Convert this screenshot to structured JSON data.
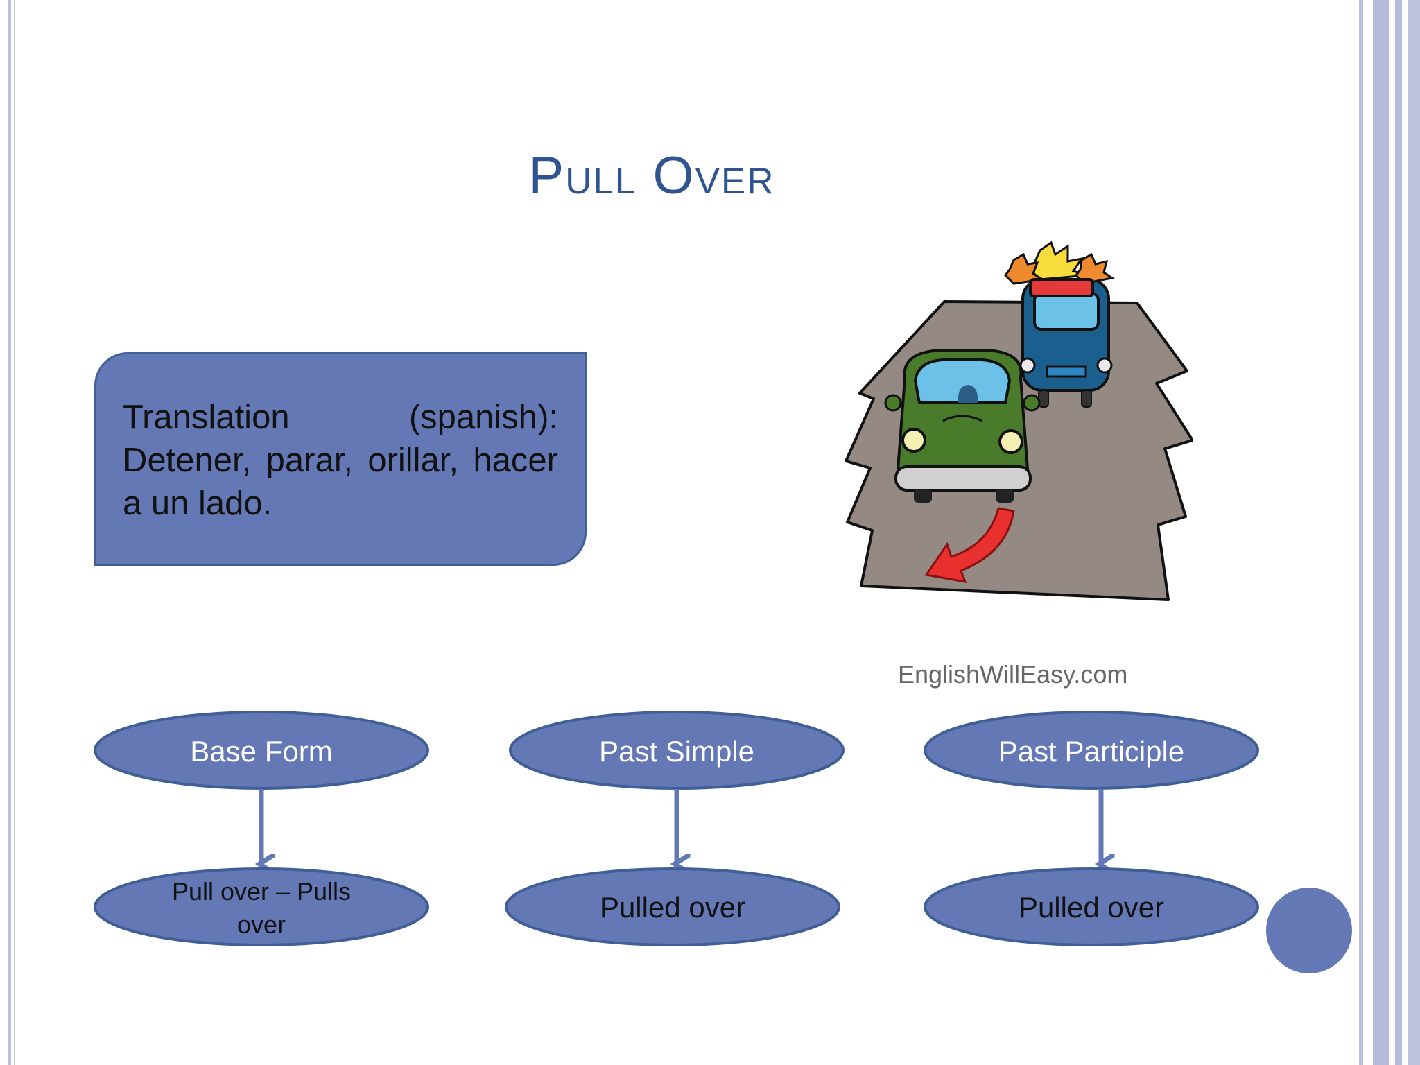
{
  "slide": {
    "title": "Pull Over",
    "translation": "Translation (spanish): Detener, parar, orillar, hacer a un lado.",
    "watermark": "EnglishWillEasy.com"
  },
  "forms": [
    {
      "header": "Base Form",
      "value_line1": "Pull over – Pulls",
      "value_line2": "over"
    },
    {
      "header": "Past Simple",
      "value": "Pulled over"
    },
    {
      "header": "Past Participle",
      "value": "Pulled over"
    }
  ],
  "colors": {
    "title": "#2e5592",
    "node_fill": "#6378b4",
    "node_stroke": "#3f5f96",
    "arrow": "#6378b4"
  },
  "icons": [
    "police-car-icon",
    "green-car-icon",
    "siren-lights-icon",
    "red-arrow-icon",
    "road-icon"
  ]
}
